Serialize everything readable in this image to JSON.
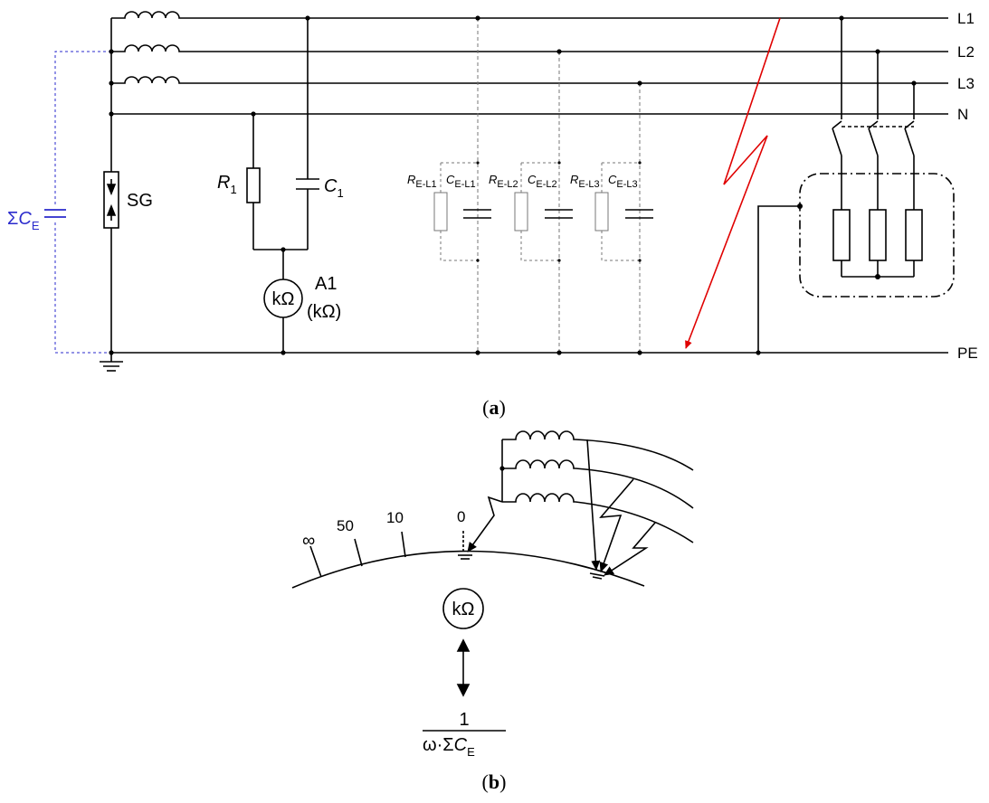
{
  "panel_a": {
    "lines": {
      "l1": "L1",
      "l2": "L2",
      "l3": "L3",
      "n": "N",
      "pe": "PE"
    },
    "sg": "SG",
    "r1": {
      "main": "R",
      "sub": "1"
    },
    "c1": {
      "main": "C",
      "sub": "1"
    },
    "meter_symbol": "kΩ",
    "a1": "A1",
    "a1_unit": "(kΩ)",
    "sum_ce": {
      "sigma": "Σ",
      "main": "C",
      "sub": "E"
    },
    "leakage": [
      {
        "r_main": "R",
        "r_sub": "E-L1",
        "c_main": "C",
        "c_sub": "E-L1"
      },
      {
        "r_main": "R",
        "r_sub": "E-L2",
        "c_main": "C",
        "c_sub": "E-L2"
      },
      {
        "r_main": "R",
        "r_sub": "E-L3",
        "c_main": "C",
        "c_sub": "E-L3"
      }
    ],
    "caption_letter": "a",
    "colors": {
      "fault": "#e00000",
      "capacitance": "#2a2acc",
      "parasitic": "#777777",
      "wire": "#000000"
    }
  },
  "panel_b": {
    "scale_labels": [
      "∞",
      "50",
      "10",
      "0"
    ],
    "meter_symbol": "kΩ",
    "formula_numerator": "1",
    "formula_denominator": {
      "omega": "ω·Σ",
      "main": "C",
      "sub": "E"
    },
    "caption_letter": "b"
  }
}
